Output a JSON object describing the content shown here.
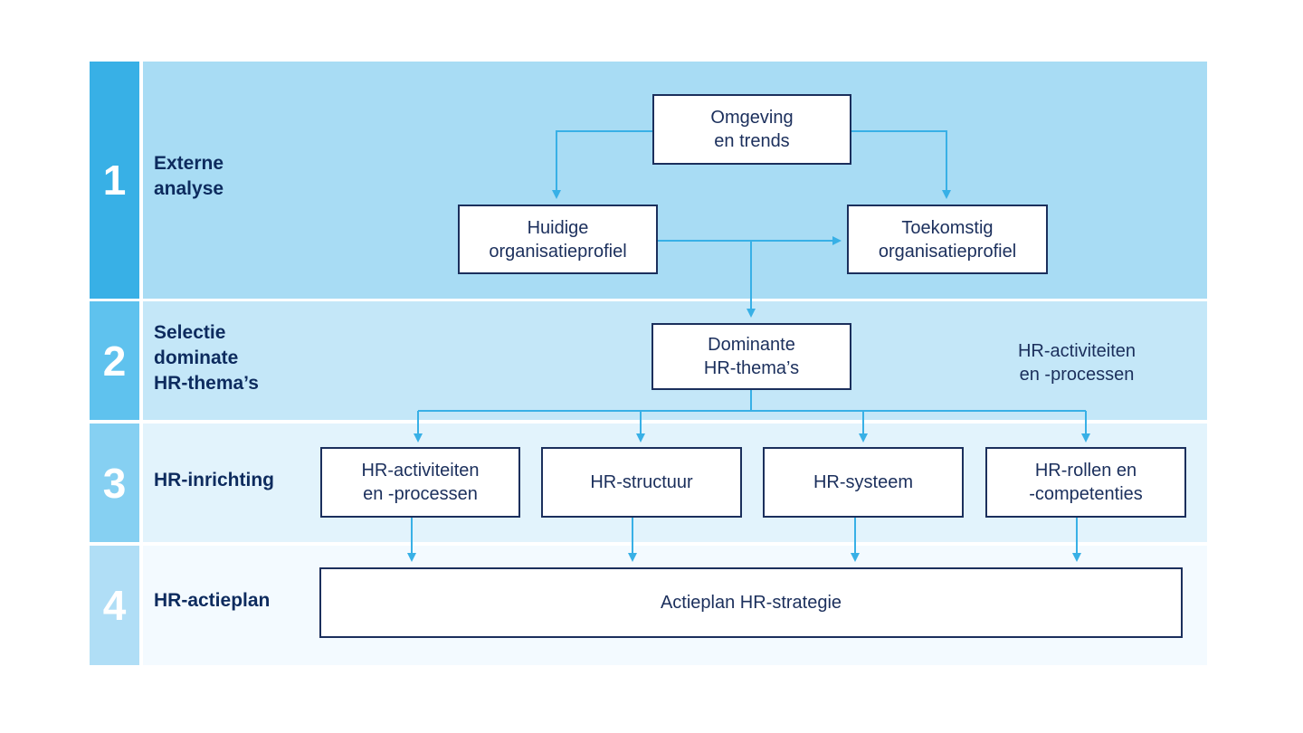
{
  "colors": {
    "row1_bg": "#a8dcf4",
    "row2_bg": "#c4e7f8",
    "row3_bg": "#e2f3fc",
    "row4_bg": "#f3faff",
    "num1_bg": "#38b0e6",
    "num2_bg": "#5fc2ee",
    "num3_bg": "#86d0f2",
    "num4_bg": "#b0def6",
    "arrow": "#38b0e6",
    "box_border": "#1b2f5c",
    "label_text": "#0d2b5e"
  },
  "rows": [
    {
      "number": "1",
      "title": "Externe\nanalyse"
    },
    {
      "number": "2",
      "title": "Selectie\ndominate\nHR-thema’s"
    },
    {
      "number": "3",
      "title": "HR-inrichting"
    },
    {
      "number": "4",
      "title": "HR-actieplan"
    }
  ],
  "boxes": {
    "omgeving": "Omgeving\nen trends",
    "huidige": "Huidige\norganisatieprofiel",
    "toekomstig": "Toekomstig\norganisatieprofiel",
    "dominante": "Dominante\nHR-thema’s",
    "activiteiten": "HR-activiteiten\nen -processen",
    "structuur": "HR-structuur",
    "systeem": "HR-systeem",
    "rollen": "HR-rollen en\n-competenties",
    "actieplan": "Actieplan HR-strategie"
  },
  "side_note": "HR-activiteiten\nen -processen"
}
